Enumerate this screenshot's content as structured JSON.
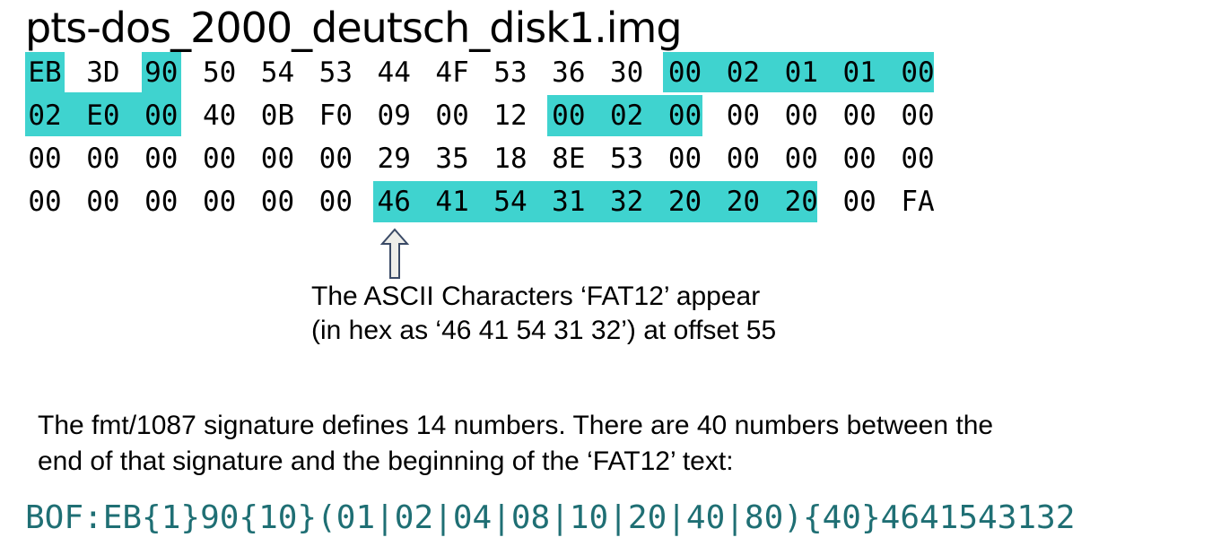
{
  "title": "pts-dos_2000_deutsch_disk1.img",
  "hex_rows": [
    [
      "EB",
      "3D",
      "90",
      "50",
      "54",
      "53",
      "44",
      "4F",
      "53",
      "36",
      "30",
      "00",
      "02",
      "01",
      "01",
      "00"
    ],
    [
      "02",
      "E0",
      "00",
      "40",
      "0B",
      "F0",
      "09",
      "00",
      "12",
      "00",
      "02",
      "00",
      "00",
      "00",
      "00",
      "00"
    ],
    [
      "00",
      "00",
      "00",
      "00",
      "00",
      "00",
      "29",
      "35",
      "18",
      "8E",
      "53",
      "00",
      "00",
      "00",
      "00",
      "00"
    ],
    [
      "00",
      "00",
      "00",
      "00",
      "00",
      "00",
      "46",
      "41",
      "54",
      "31",
      "32",
      "20",
      "20",
      "20",
      "00",
      "FA"
    ]
  ],
  "callout": {
    "line1": "The ASCII Characters ‘FAT12’ appear",
    "line2": "(in hex as ‘46 41 54 31 32’) at offset 55"
  },
  "note": {
    "line1": "The fmt/1087 signature defines 14 numbers.  There are 40 numbers between the",
    "line2": "end of that signature and the beginning of the ‘FAT12’ text:"
  },
  "signature": "BOF:EB{1}90{10}(01|02|04|08|10|20|40|80){40}4641543132",
  "colors": {
    "highlight": "#3fd3cf",
    "signature_text": "#1f6f74"
  },
  "icons": {
    "pointer_arrow": "up-arrow-icon"
  }
}
